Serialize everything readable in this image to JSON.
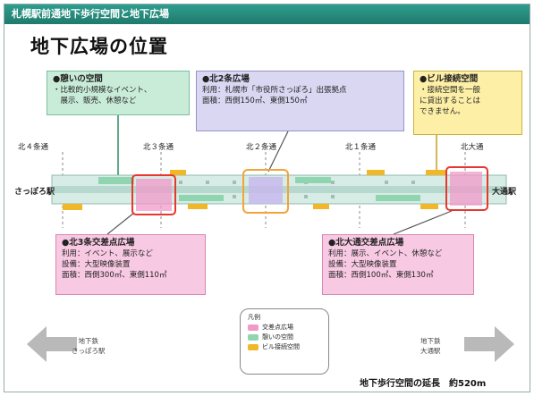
{
  "banner": {
    "title": "札幌駅前通地下歩行空間と地下広場"
  },
  "page_title": "地下広場の位置",
  "callouts": {
    "ikoi": {
      "title": "●憩いの空間",
      "lines": [
        "・比較的小規模なイベント、",
        "　展示、販売、休憩など"
      ]
    },
    "kita2": {
      "title": "●北2条広場",
      "lines": [
        "利用：札幌市「市役所さっぽろ」出張拠点",
        "面積：西側150㎡、東側150㎡"
      ]
    },
    "bldg": {
      "title": "●ビル接続空間",
      "lines": [
        "・接続空間を一般",
        "に貸出することは",
        "できません。"
      ]
    },
    "kita3": {
      "title": "●北3条交差点広場",
      "lines": [
        "利用：イベント、展示など",
        "設備：大型映像装置",
        "面積：西側300㎡、東側110㎡"
      ]
    },
    "odori": {
      "title": "●北大通交差点広場",
      "lines": [
        "利用：展示、イベント、休憩など",
        "設備：大型映像装置",
        "面積：西側100㎡、東側130㎡"
      ]
    }
  },
  "streets": {
    "kita4": "北４条通",
    "kita3": "北３条通",
    "kita2": "北２条通",
    "kita1": "北１条通",
    "odori": "北大通"
  },
  "stations": {
    "sapporo": "さっぽろ駅",
    "odori": "大通駅"
  },
  "legend": {
    "title": "凡例",
    "items": [
      {
        "label": "交差点広場",
        "color": "#f19ac8"
      },
      {
        "label": "憩いの空間",
        "color": "#8fd6b0"
      },
      {
        "label": "ビル接続空間",
        "color": "#f0b828"
      }
    ]
  },
  "nav": {
    "left": [
      "地下鉄",
      "さっぽろ駅"
    ],
    "right": [
      "地下鉄",
      "大通駅"
    ]
  },
  "footer": {
    "caption": "地下歩行空間の延長　約520m"
  },
  "colors": {
    "corridor": "#d8ece6",
    "lane": "#b7d8ce",
    "plaza_outline": "#e8372e",
    "kita2_outline": "#f2a33a",
    "arrow": "#b9b9b9",
    "banner": "#2f9e8f"
  }
}
